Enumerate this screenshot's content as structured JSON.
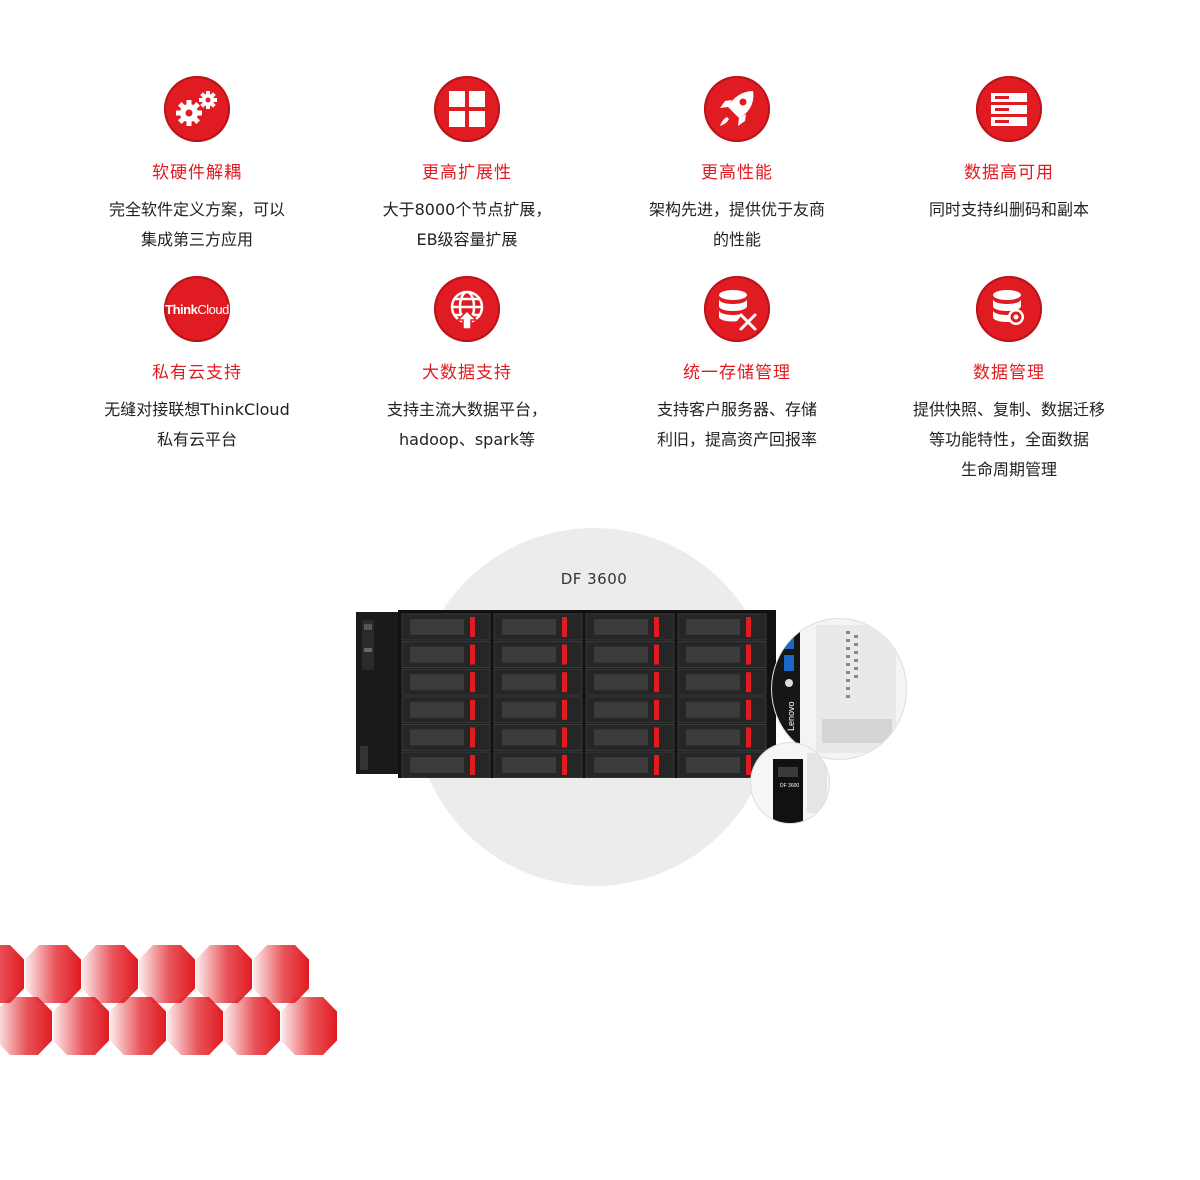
{
  "features": [
    {
      "icon": "gears-icon",
      "title": "软硬件解耦",
      "desc": "完全软件定义方案，可以\n集成第三方应用"
    },
    {
      "icon": "grid-expand-icon",
      "title": "更高扩展性",
      "desc": "大于8000个节点扩展，\nEB级容量扩展"
    },
    {
      "icon": "rocket-icon",
      "title": "更高性能",
      "desc": "架构先进，提供优于友商\n的性能"
    },
    {
      "icon": "server-list-icon",
      "title": "数据高可用",
      "desc": "同时支持纠删码和副本"
    },
    {
      "icon": "thinkcloud-logo",
      "title": "私有云支持",
      "desc": "无缝对接联想ThinkCloud\n私有云平台"
    },
    {
      "icon": "globe-upload-icon",
      "title": "大数据支持",
      "desc": "支持主流大数据平台，\nhadoop、spark等"
    },
    {
      "icon": "database-tools-icon",
      "title": "统一存储管理",
      "desc": "支持客户服务器、存储\n利旧，提高资产回报率"
    },
    {
      "icon": "database-gear-icon",
      "title": "数据管理",
      "desc": "提供快照、复制、数据迁移\n等功能特性，全面数据\n生命周期管理"
    }
  ],
  "logo": {
    "think": "Think",
    "cloud": "Cloud"
  },
  "product": {
    "name": "DF 3600",
    "brand": "Lenovo",
    "panel_label": "DF 3600"
  },
  "colors": {
    "accent": "#e01b22",
    "text": "#222222"
  }
}
